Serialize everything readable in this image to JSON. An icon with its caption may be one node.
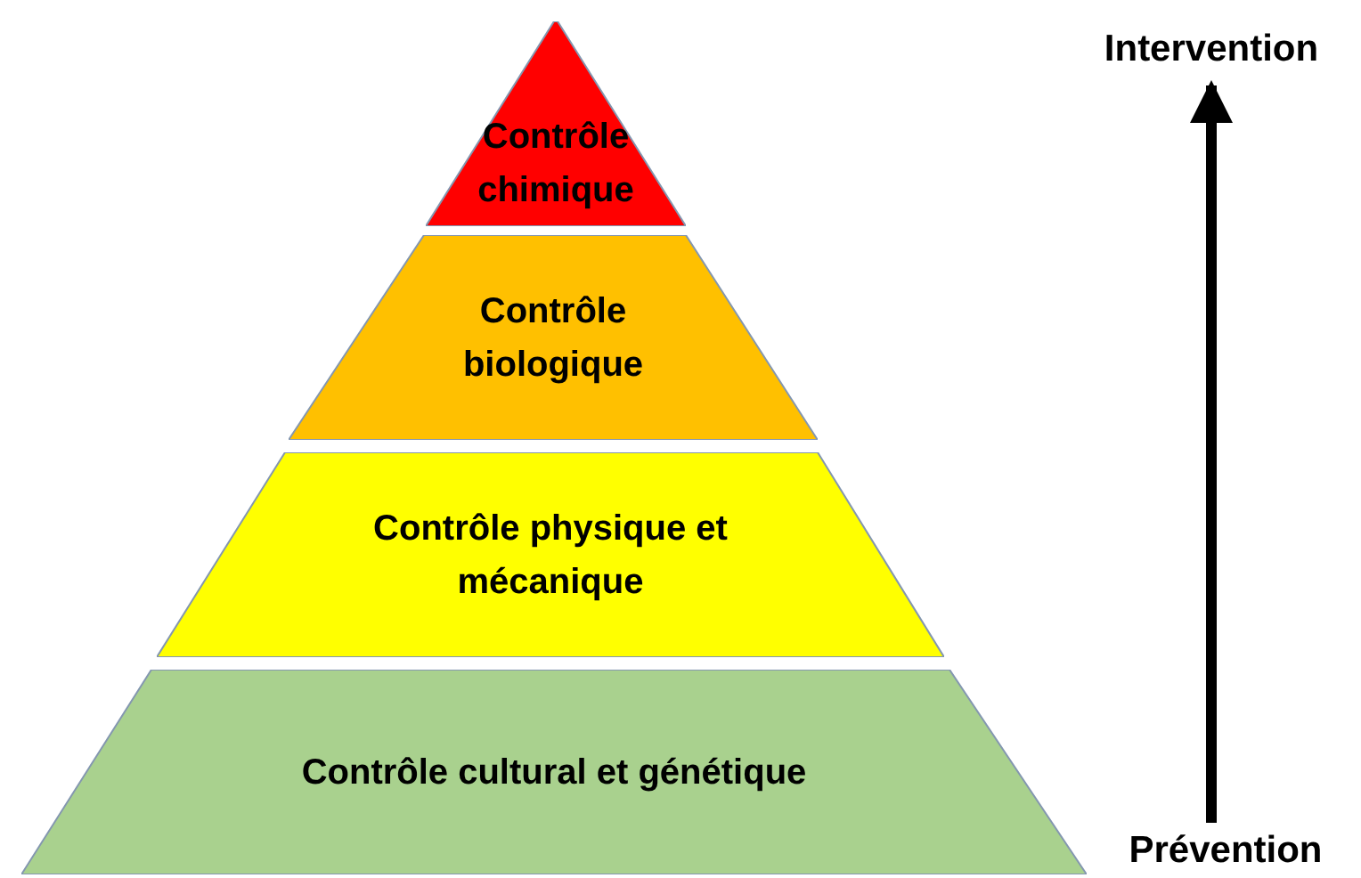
{
  "diagram": {
    "nodes": [
      {
        "text": [
          "Contrôle chimique"
        ]
      },
      {
        "text": [
          "Contrôle biologique"
        ]
      },
      {
        "text": [
          "Contrôle physique et mécanique"
        ]
      },
      {
        "text": [
          "Contrôle cultural et génétique"
        ]
      },
      {
        "text": [
          "Intervention"
        ]
      },
      {
        "text": [
          "Prévention"
        ]
      }
    ],
    "edges": [
      {
        "from": 5,
        "to": 4,
        "arrow": "to"
      }
    ]
  }
}
